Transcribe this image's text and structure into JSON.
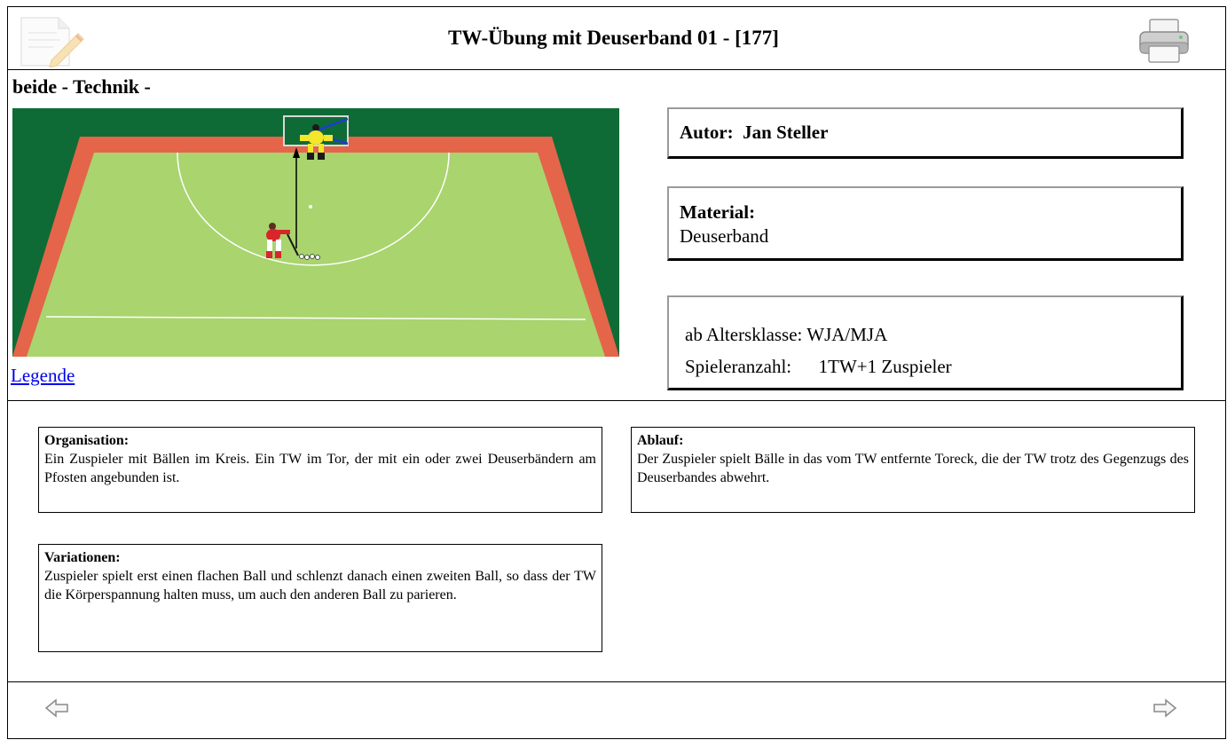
{
  "header": {
    "title": "TW-Übung mit Deuserband 01 - [177]",
    "edit_icon": "edit-document-icon",
    "print_icon": "printer-icon"
  },
  "subtitle": "beide - Technik -",
  "legend_link": "Legende",
  "info": {
    "author_label": "Autor:",
    "author_value": "Jan Steller",
    "material_label": "Material:",
    "material_value": "Deuserband",
    "age_line": "ab Altersklasse: WJA/MJA",
    "players_label": "Spieleranzahl:",
    "players_value": "1TW+1 Zuspieler"
  },
  "sections": {
    "organisation": {
      "heading": "Organisation:",
      "text": "Ein Zuspieler mit Bällen im Kreis. Ein TW im Tor, der mit ein oder zwei Deuserbändern am Pfosten angebunden ist."
    },
    "ablauf": {
      "heading": "Ablauf:",
      "text": "Der Zuspieler spielt Bälle in das vom TW entfernte Toreck, die der TW trotz des Gegenzugs des Deuserbandes abwehrt."
    },
    "variationen": {
      "heading": "Variationen:",
      "text": "Zuspieler spielt erst einen flachen Ball und schlenzt danach einen zweiten Ball, so dass der TW die Körperspannung halten muss, um auch den anderen Ball zu parieren."
    }
  },
  "navigation": {
    "prev_icon": "arrow-left-icon",
    "next_icon": "arrow-right-icon"
  },
  "colors": {
    "pitch_outer": "#0f6b36",
    "pitch_border": "#e4654a",
    "pitch_field": "#a9d46e",
    "link": "#0000ee"
  }
}
